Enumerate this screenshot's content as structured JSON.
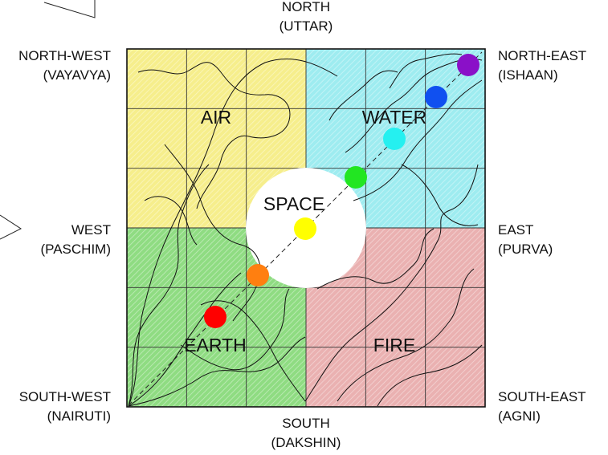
{
  "directions": {
    "north": {
      "line1": "NORTH",
      "line2": "(UTTAR)"
    },
    "south": {
      "line1": "SOUTH",
      "line2": "(DAKSHIN)"
    },
    "east": {
      "line1": "EAST",
      "line2": "(PURVA)"
    },
    "west": {
      "line1": "WEST",
      "line2": "(PASCHIM)"
    },
    "northeast": {
      "line1": "NORTH-EAST",
      "line2": "(ISHAAN)"
    },
    "northwest": {
      "line1": "NORTH-WEST",
      "line2": "(VAYAVYA)"
    },
    "southeast": {
      "line1": "SOUTH-EAST",
      "line2": "(AGNI)"
    },
    "southwest": {
      "line1": "SOUTH-WEST",
      "line2": "(NAIRUTI)"
    }
  },
  "zones": {
    "air": {
      "label": "AIR",
      "color": "#f6ee8c"
    },
    "water": {
      "label": "WATER",
      "color": "#9eecf0"
    },
    "earth": {
      "label": "EARTH",
      "color": "#8fdc82"
    },
    "fire": {
      "label": "FIRE",
      "color": "#eab1b1"
    },
    "space": {
      "label": "SPACE",
      "color": "#ffffff"
    }
  },
  "chakra_dots": [
    {
      "name": "red-dot",
      "color": "#ff0000"
    },
    {
      "name": "orange-dot",
      "color": "#ff7f10"
    },
    {
      "name": "yellow-dot",
      "color": "#ffff00"
    },
    {
      "name": "green-dot",
      "color": "#22e622"
    },
    {
      "name": "cyan-dot",
      "color": "#25f0f0"
    },
    {
      "name": "blue-dot",
      "color": "#1050f0"
    },
    {
      "name": "violet-dot",
      "color": "#8a10c8"
    }
  ]
}
